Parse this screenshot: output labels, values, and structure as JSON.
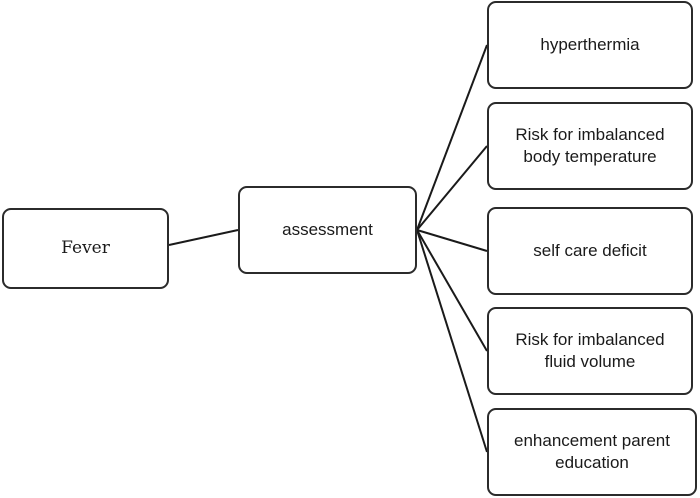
{
  "diagram": {
    "root": {
      "label": "Fever"
    },
    "middle": {
      "label": "assessment"
    },
    "outcomes": [
      {
        "label": "hyperthermia"
      },
      {
        "label": "Risk for imbalanced body temperature"
      },
      {
        "label": "self care deficit"
      },
      {
        "label": "Risk for imbalanced fluid volume"
      },
      {
        "label": "enhancement parent education"
      }
    ]
  }
}
